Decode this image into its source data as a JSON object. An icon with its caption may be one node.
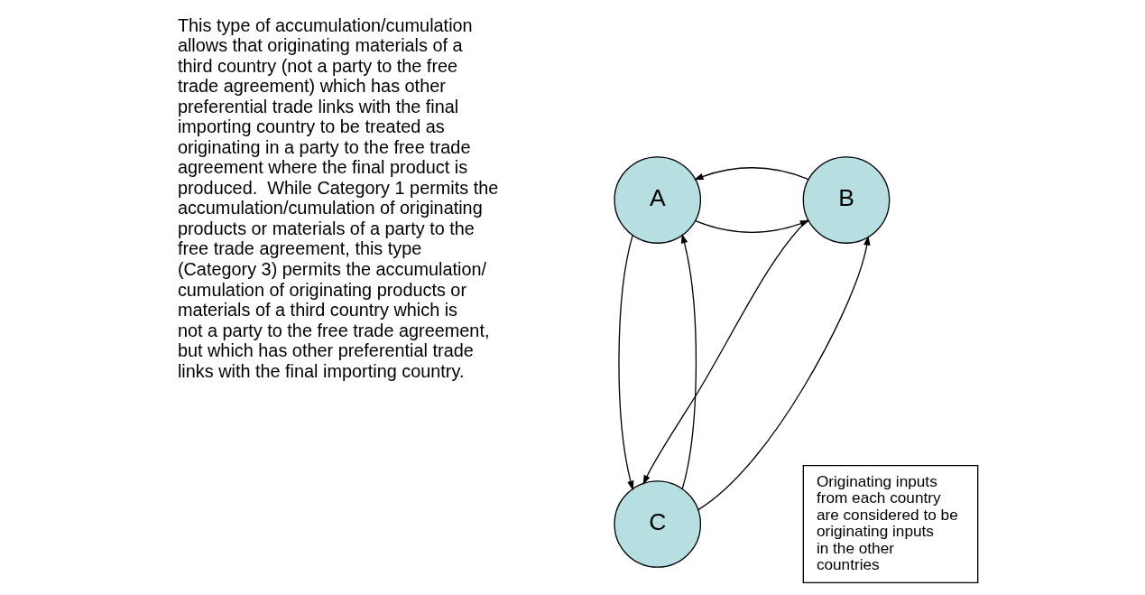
{
  "diagram": {
    "nodes": [
      {
        "text": [
          "C"
        ]
      },
      {
        "text": [
          "A"
        ]
      },
      {
        "text": [
          "B"
        ]
      },
      {
        "text": [
          "Originating inputs from each country are considered to be originating inputs in the other countries"
        ]
      }
    ],
    "edges": [
      {
        "from": 0,
        "to": 1,
        "arrow": "to"
      },
      {
        "from": 1,
        "to": 0,
        "arrow": "to"
      },
      {
        "from": 0,
        "to": 2,
        "arrow": "to"
      },
      {
        "from": 2,
        "to": 0,
        "arrow": "to"
      },
      {
        "from": 1,
        "to": 2,
        "arrow": "to"
      },
      {
        "from": 2,
        "to": 1,
        "arrow": "to"
      }
    ],
    "labels": [
      "This type of accumulation/cumulation allows that originating materials of a third country (not a party to the free trade agreement) which has other preferential trade links with the final importing country to be treated as originating in a party to the free trade agreement where the final product is produced.  While Category 1 permits the accumulation/cumulation of originating products or materials of a party to the free trade agreement, this type (Category 3) permits the accumulation/ cumulation of originating products or materials of a third country which is not a party to the free trade agreement, but which has other preferential trade links with the final importing country."
    ]
  }
}
